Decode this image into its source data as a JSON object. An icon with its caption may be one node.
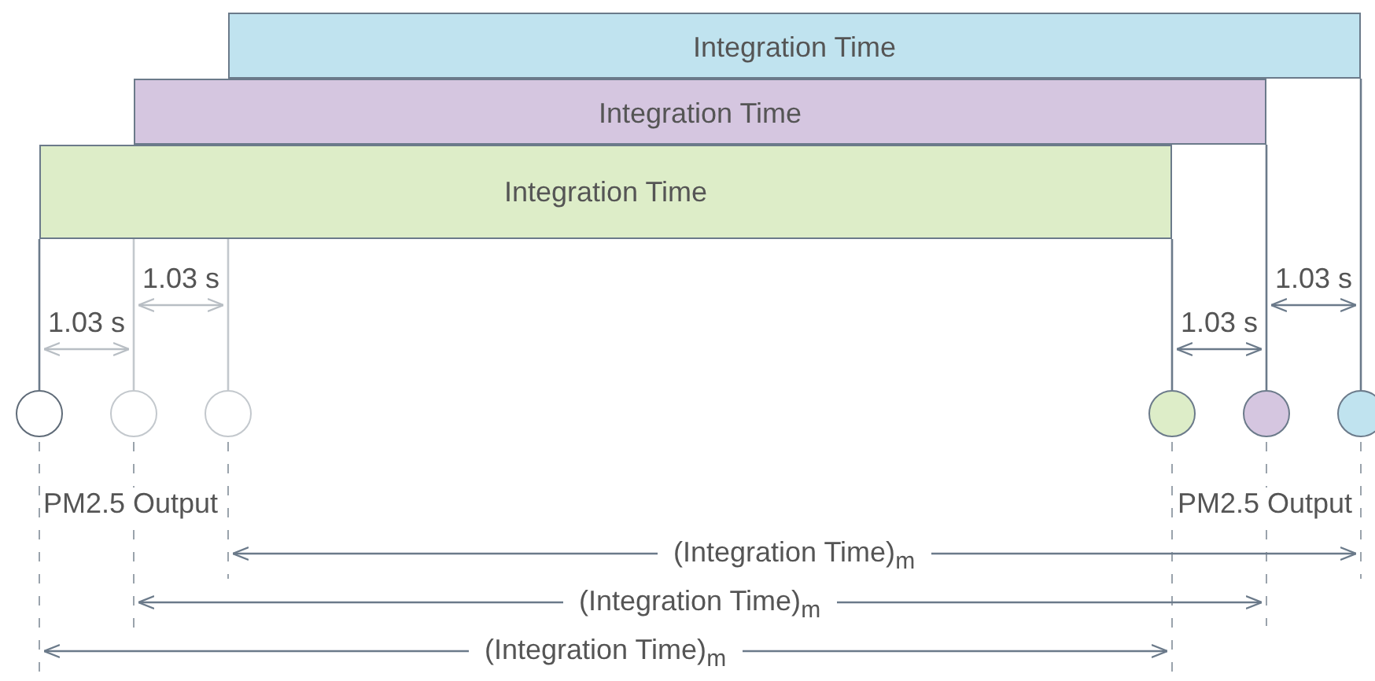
{
  "diagram": {
    "nodes": [
      {
        "text": [
          "Integration Time"
        ]
      },
      {
        "text": [
          "Integration Time"
        ]
      },
      {
        "text": [
          "Integration Time"
        ]
      },
      {
        "text": [],
        "shape": "circle"
      },
      {
        "text": [],
        "shape": "circle"
      },
      {
        "text": [],
        "shape": "circle"
      },
      {
        "text": [],
        "shape": "circle"
      },
      {
        "text": [],
        "shape": "circle"
      },
      {
        "text": [],
        "shape": "circle"
      }
    ],
    "edges": [
      {
        "from": 2,
        "to": 3,
        "arrow": "none"
      },
      {
        "from": 2,
        "to": 4,
        "arrow": "none",
        "color": "#c3c8cd"
      },
      {
        "from": 2,
        "to": 5,
        "arrow": "none",
        "color": "#c3c8cd"
      },
      {
        "from": 2,
        "to": 6,
        "arrow": "none"
      },
      {
        "from": 1,
        "to": 7,
        "arrow": "none"
      },
      {
        "from": 0,
        "to": 8,
        "arrow": "none"
      }
    ],
    "labels": [
      "1.03 s",
      "1.03 s",
      "1.03 s",
      "1.03 s",
      "PM2.5 Output",
      "PM2.5 Output",
      "(Integration Time)$_{m}$",
      "(Integration Time)$_{m}$",
      "(Integration Time)$_{m}$"
    ]
  }
}
